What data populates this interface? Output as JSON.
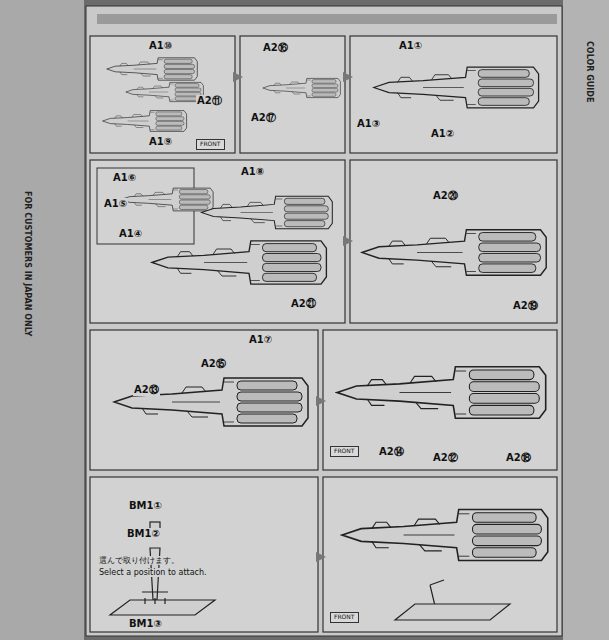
{
  "diagram": {
    "nodes": [
      {
        "text": [
          "FRONT"
        ]
      },
      {
        "text": [
          "FRONT"
        ]
      },
      {
        "text": [
          "FRONT"
        ]
      }
    ],
    "labels": [
      "A1⑩",
      "A2⑪",
      "A1⑨",
      "A2⑯",
      "A2⑰",
      "A1①",
      "A1③",
      "A1②",
      "A1⑥",
      "A1⑤",
      "A1④",
      "A1⑧",
      "A2㉑",
      "A2⑳",
      "A2⑲",
      "A1⑦",
      "A2⑮",
      "A2⑬",
      "A2⑭",
      "A2⑫",
      "A2⑱",
      "BM1①",
      "BM1②",
      "選んで取り付けます。",
      "Select a position to attach.",
      "BM1③",
      "FOR CUSTOMERS IN JAPAN ONLY",
      "COLOR GUIDE"
    ]
  }
}
